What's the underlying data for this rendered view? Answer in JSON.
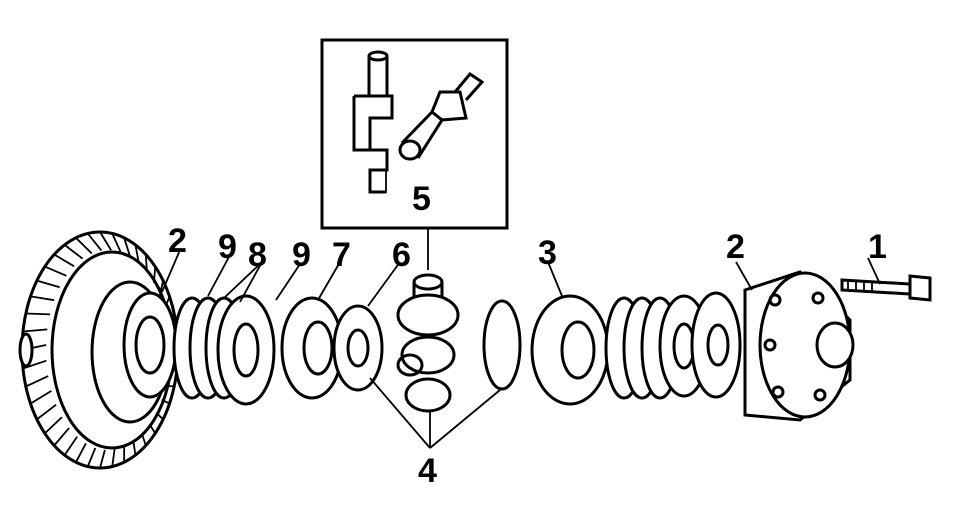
{
  "callouts": {
    "c1": "1",
    "c2a": "2",
    "c2b": "2",
    "c3": "3",
    "c4": "4",
    "c5": "5",
    "c6": "6",
    "c7": "7",
    "c8": "8",
    "c9a": "9",
    "c9b": "9"
  },
  "colors": {
    "ink": "#000000",
    "paper": "#ffffff"
  }
}
